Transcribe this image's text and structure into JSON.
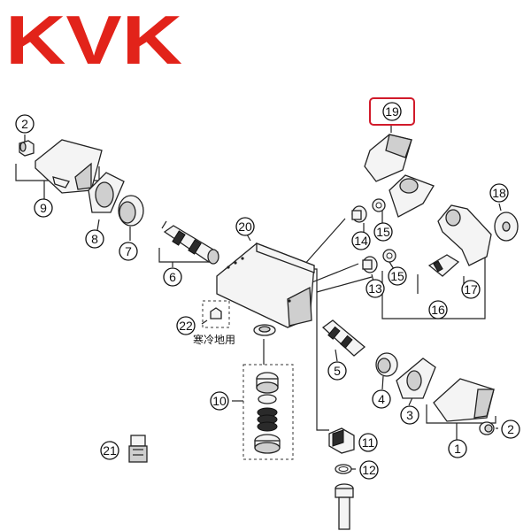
{
  "brand": {
    "logo_text": "KVK",
    "logo_color": "#e2231a"
  },
  "highlight_color": "#d11a2a",
  "note_cold_area": "寒冷地用",
  "parts": [
    {
      "id": "p1",
      "label": "1",
      "name": "part-1-callout"
    },
    {
      "id": "p2a",
      "label": "2",
      "name": "part-2-callout-left"
    },
    {
      "id": "p2b",
      "label": "2",
      "name": "part-2-callout-right"
    },
    {
      "id": "p3",
      "label": "3",
      "name": "part-3-callout"
    },
    {
      "id": "p4",
      "label": "4",
      "name": "part-4-callout"
    },
    {
      "id": "p5",
      "label": "5",
      "name": "part-5-callout"
    },
    {
      "id": "p6",
      "label": "6",
      "name": "part-6-callout"
    },
    {
      "id": "p7",
      "label": "7",
      "name": "part-7-callout"
    },
    {
      "id": "p8",
      "label": "8",
      "name": "part-8-callout"
    },
    {
      "id": "p9",
      "label": "9",
      "name": "part-9-callout"
    },
    {
      "id": "p10",
      "label": "10",
      "name": "part-10-callout"
    },
    {
      "id": "p11",
      "label": "11",
      "name": "part-11-callout"
    },
    {
      "id": "p12",
      "label": "12",
      "name": "part-12-callout"
    },
    {
      "id": "p13",
      "label": "13",
      "name": "part-13-callout"
    },
    {
      "id": "p14",
      "label": "14",
      "name": "part-14-callout"
    },
    {
      "id": "p15a",
      "label": "15",
      "name": "part-15-callout-upper"
    },
    {
      "id": "p15b",
      "label": "15",
      "name": "part-15-callout-lower"
    },
    {
      "id": "p16",
      "label": "16",
      "name": "part-16-callout"
    },
    {
      "id": "p17",
      "label": "17",
      "name": "part-17-callout"
    },
    {
      "id": "p18",
      "label": "18",
      "name": "part-18-callout"
    },
    {
      "id": "p19",
      "label": "19",
      "name": "part-19-callout"
    },
    {
      "id": "p20",
      "label": "20",
      "name": "part-20-callout"
    },
    {
      "id": "p21",
      "label": "21",
      "name": "part-21-callout"
    },
    {
      "id": "p22",
      "label": "22",
      "name": "part-22-callout"
    }
  ]
}
